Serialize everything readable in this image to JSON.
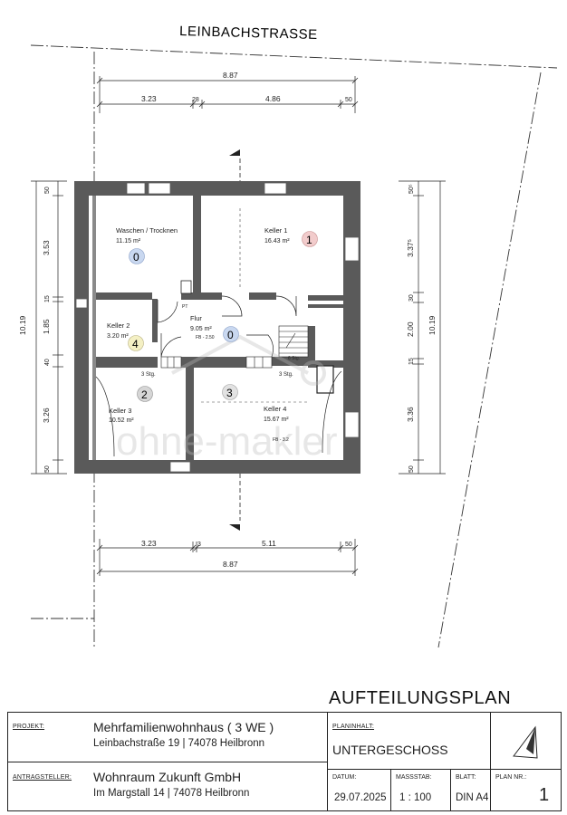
{
  "street": "LEINBACHSTRASSE",
  "dims_top": {
    "total": "8.87",
    "left": "3.23",
    "mid": "28",
    "right": "4.86",
    "end": "50"
  },
  "dims_bottom": {
    "total": "8.87",
    "left": "3.23",
    "mid": "3",
    "right": "5.11",
    "end": "50"
  },
  "dims_left": {
    "total": "10.19",
    "a": "50",
    "b": "3.53",
    "c": "15",
    "d": "1.85",
    "e": "40",
    "f": "3.26",
    "g": "50"
  },
  "dims_right": {
    "total": "10.19",
    "a": "50⁵",
    "b": "3.37⁵",
    "c": "30",
    "d": "2.00",
    "e": "15",
    "f": "3.36",
    "g": "50"
  },
  "rooms": {
    "waschen": {
      "name": "Waschen / Trocknen",
      "area": "11.15 m²",
      "unit": "0"
    },
    "keller1": {
      "name": "Keller 1",
      "area": "16.43 m²",
      "unit": "1"
    },
    "keller2": {
      "name": "Keller 2",
      "area": "3.20 m²",
      "unit": "4"
    },
    "flur": {
      "name": "Flur",
      "area": "9.05 m²",
      "fb": "FB - 2.50",
      "unit": "0"
    },
    "keller3": {
      "name": "Keller 3",
      "area": "10.52 m²",
      "unit": "2"
    },
    "keller4": {
      "name": "Keller 4",
      "area": "15.67 m²",
      "fb": "FB - 3.2",
      "unit": "3"
    }
  },
  "stairs": {
    "s1": "3 Stg.",
    "s2": "3 Stg.",
    "s3": "6 Stg."
  },
  "pt": "PT",
  "watermark": "ohne-makler",
  "title_block": {
    "heading": "AUFTEILUNGSPLAN",
    "projekt_label": "PROJEKT:",
    "projekt_name": "Mehrfamilienwohnhaus ( 3 WE )",
    "projekt_addr": "Leinbachstraße 19  |  74078 Heilbronn",
    "antrag_label": "ANTRAGSTELLER:",
    "antrag_name": "Wohnraum Zukunft GmbH",
    "antrag_addr": "Im Margstall 14  |  74078 Heilbronn",
    "planinhalt_label": "PLANINHALT:",
    "planinhalt": "UNTERGESCHOSS",
    "datum_label": "DATUM:",
    "datum": "29.07.2025",
    "massstab_label": "MASSSTAB:",
    "massstab": "1 : 100",
    "blatt_label": "BLATT:",
    "blatt": "DIN A4",
    "plannr_label": "PLAN NR.:",
    "plannr": "1"
  },
  "colors": {
    "wall": "#5a5a5a",
    "unit_blue": "#c9d8f0",
    "unit_red": "#f2cccc",
    "unit_yellow": "#f4f0c4",
    "unit_grey": "#d6d6d6"
  }
}
